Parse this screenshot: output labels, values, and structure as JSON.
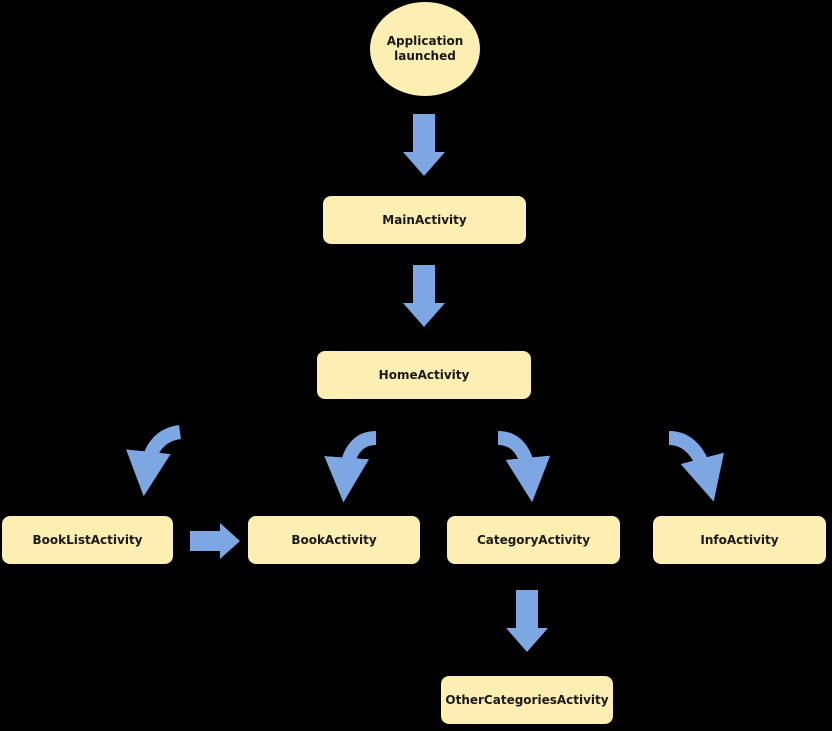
{
  "colors": {
    "background": "#000000",
    "node_fill": "#fdeeb2",
    "arrow_fill": "#7da7e3"
  },
  "start_node": {
    "line1": "Application",
    "line2": "launched"
  },
  "nodes": {
    "main": "MainActivity",
    "home": "HomeActivity",
    "book_list": "BookListActivity",
    "book": "BookActivity",
    "category": "CategoryActivity",
    "info": "InfoActivity",
    "other_categories": "OtherCategoriesActivity"
  }
}
